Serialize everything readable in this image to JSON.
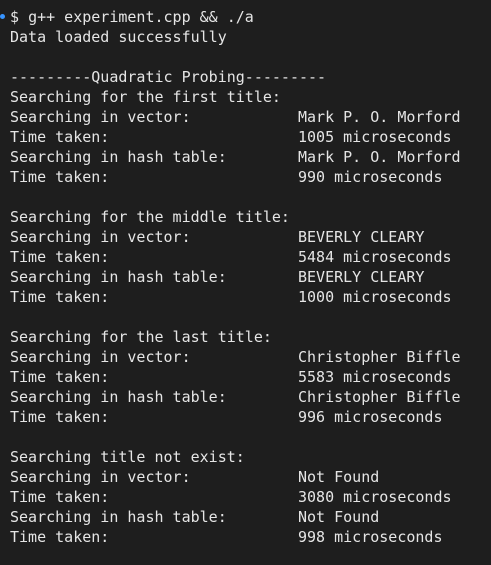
{
  "prompt": {
    "symbol": "$",
    "command": "g++ experiment.cpp && ./a"
  },
  "status": "Data loaded successfully",
  "header": "---------Quadratic Probing---------",
  "sections": [
    {
      "title": "Searching for the first title:",
      "rows": [
        {
          "label": "Searching in vector:",
          "value": "Mark P. O. Morford"
        },
        {
          "label": "Time taken:",
          "value": "1005 microseconds"
        },
        {
          "label": "Searching in hash table:",
          "value": "Mark P. O. Morford"
        },
        {
          "label": "Time taken:",
          "value": "990 microseconds"
        }
      ]
    },
    {
      "title": "Searching for the middle title:",
      "rows": [
        {
          "label": "Searching in vector:",
          "value": "BEVERLY CLEARY"
        },
        {
          "label": "Time taken:",
          "value": "5484 microseconds"
        },
        {
          "label": "Searching in hash table:",
          "value": "BEVERLY CLEARY"
        },
        {
          "label": "Time taken:",
          "value": "1000 microseconds"
        }
      ]
    },
    {
      "title": "Searching for the last title:",
      "rows": [
        {
          "label": "Searching in vector:",
          "value": "Christopher Biffle"
        },
        {
          "label": "Time taken:",
          "value": "5583 microseconds"
        },
        {
          "label": "Searching in hash table:",
          "value": "Christopher Biffle"
        },
        {
          "label": "Time taken:",
          "value": "996 microseconds"
        }
      ]
    },
    {
      "title": "Searching title not exist:",
      "rows": [
        {
          "label": "Searching in vector:",
          "value": "Not Found"
        },
        {
          "label": "Time taken:",
          "value": "3080 microseconds"
        },
        {
          "label": "Searching in hash table:",
          "value": "Not Found"
        },
        {
          "label": "Time taken:",
          "value": "998 microseconds"
        }
      ]
    }
  ],
  "colors": {
    "background": "#1e1e1e",
    "text": "#e5e5e5",
    "prompt_marker": "#3794ff"
  }
}
